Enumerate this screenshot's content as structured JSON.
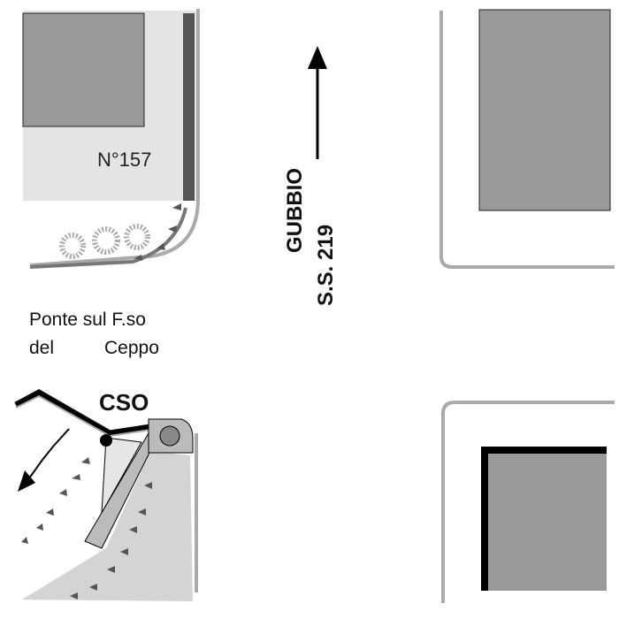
{
  "building_number": "N°157",
  "bridge_label": {
    "line1": "Ponte sul F.so",
    "line2_a": "del",
    "line2_b": "Ceppo"
  },
  "cso_label": "CSO",
  "road": {
    "town": "GUBBIO",
    "route": "S.S. 219"
  },
  "colors": {
    "building": "#999999",
    "lot": "#e4e4e4",
    "curb": "#aaaaaa",
    "wall": "#555555",
    "embankment": "#d4d4d4"
  }
}
